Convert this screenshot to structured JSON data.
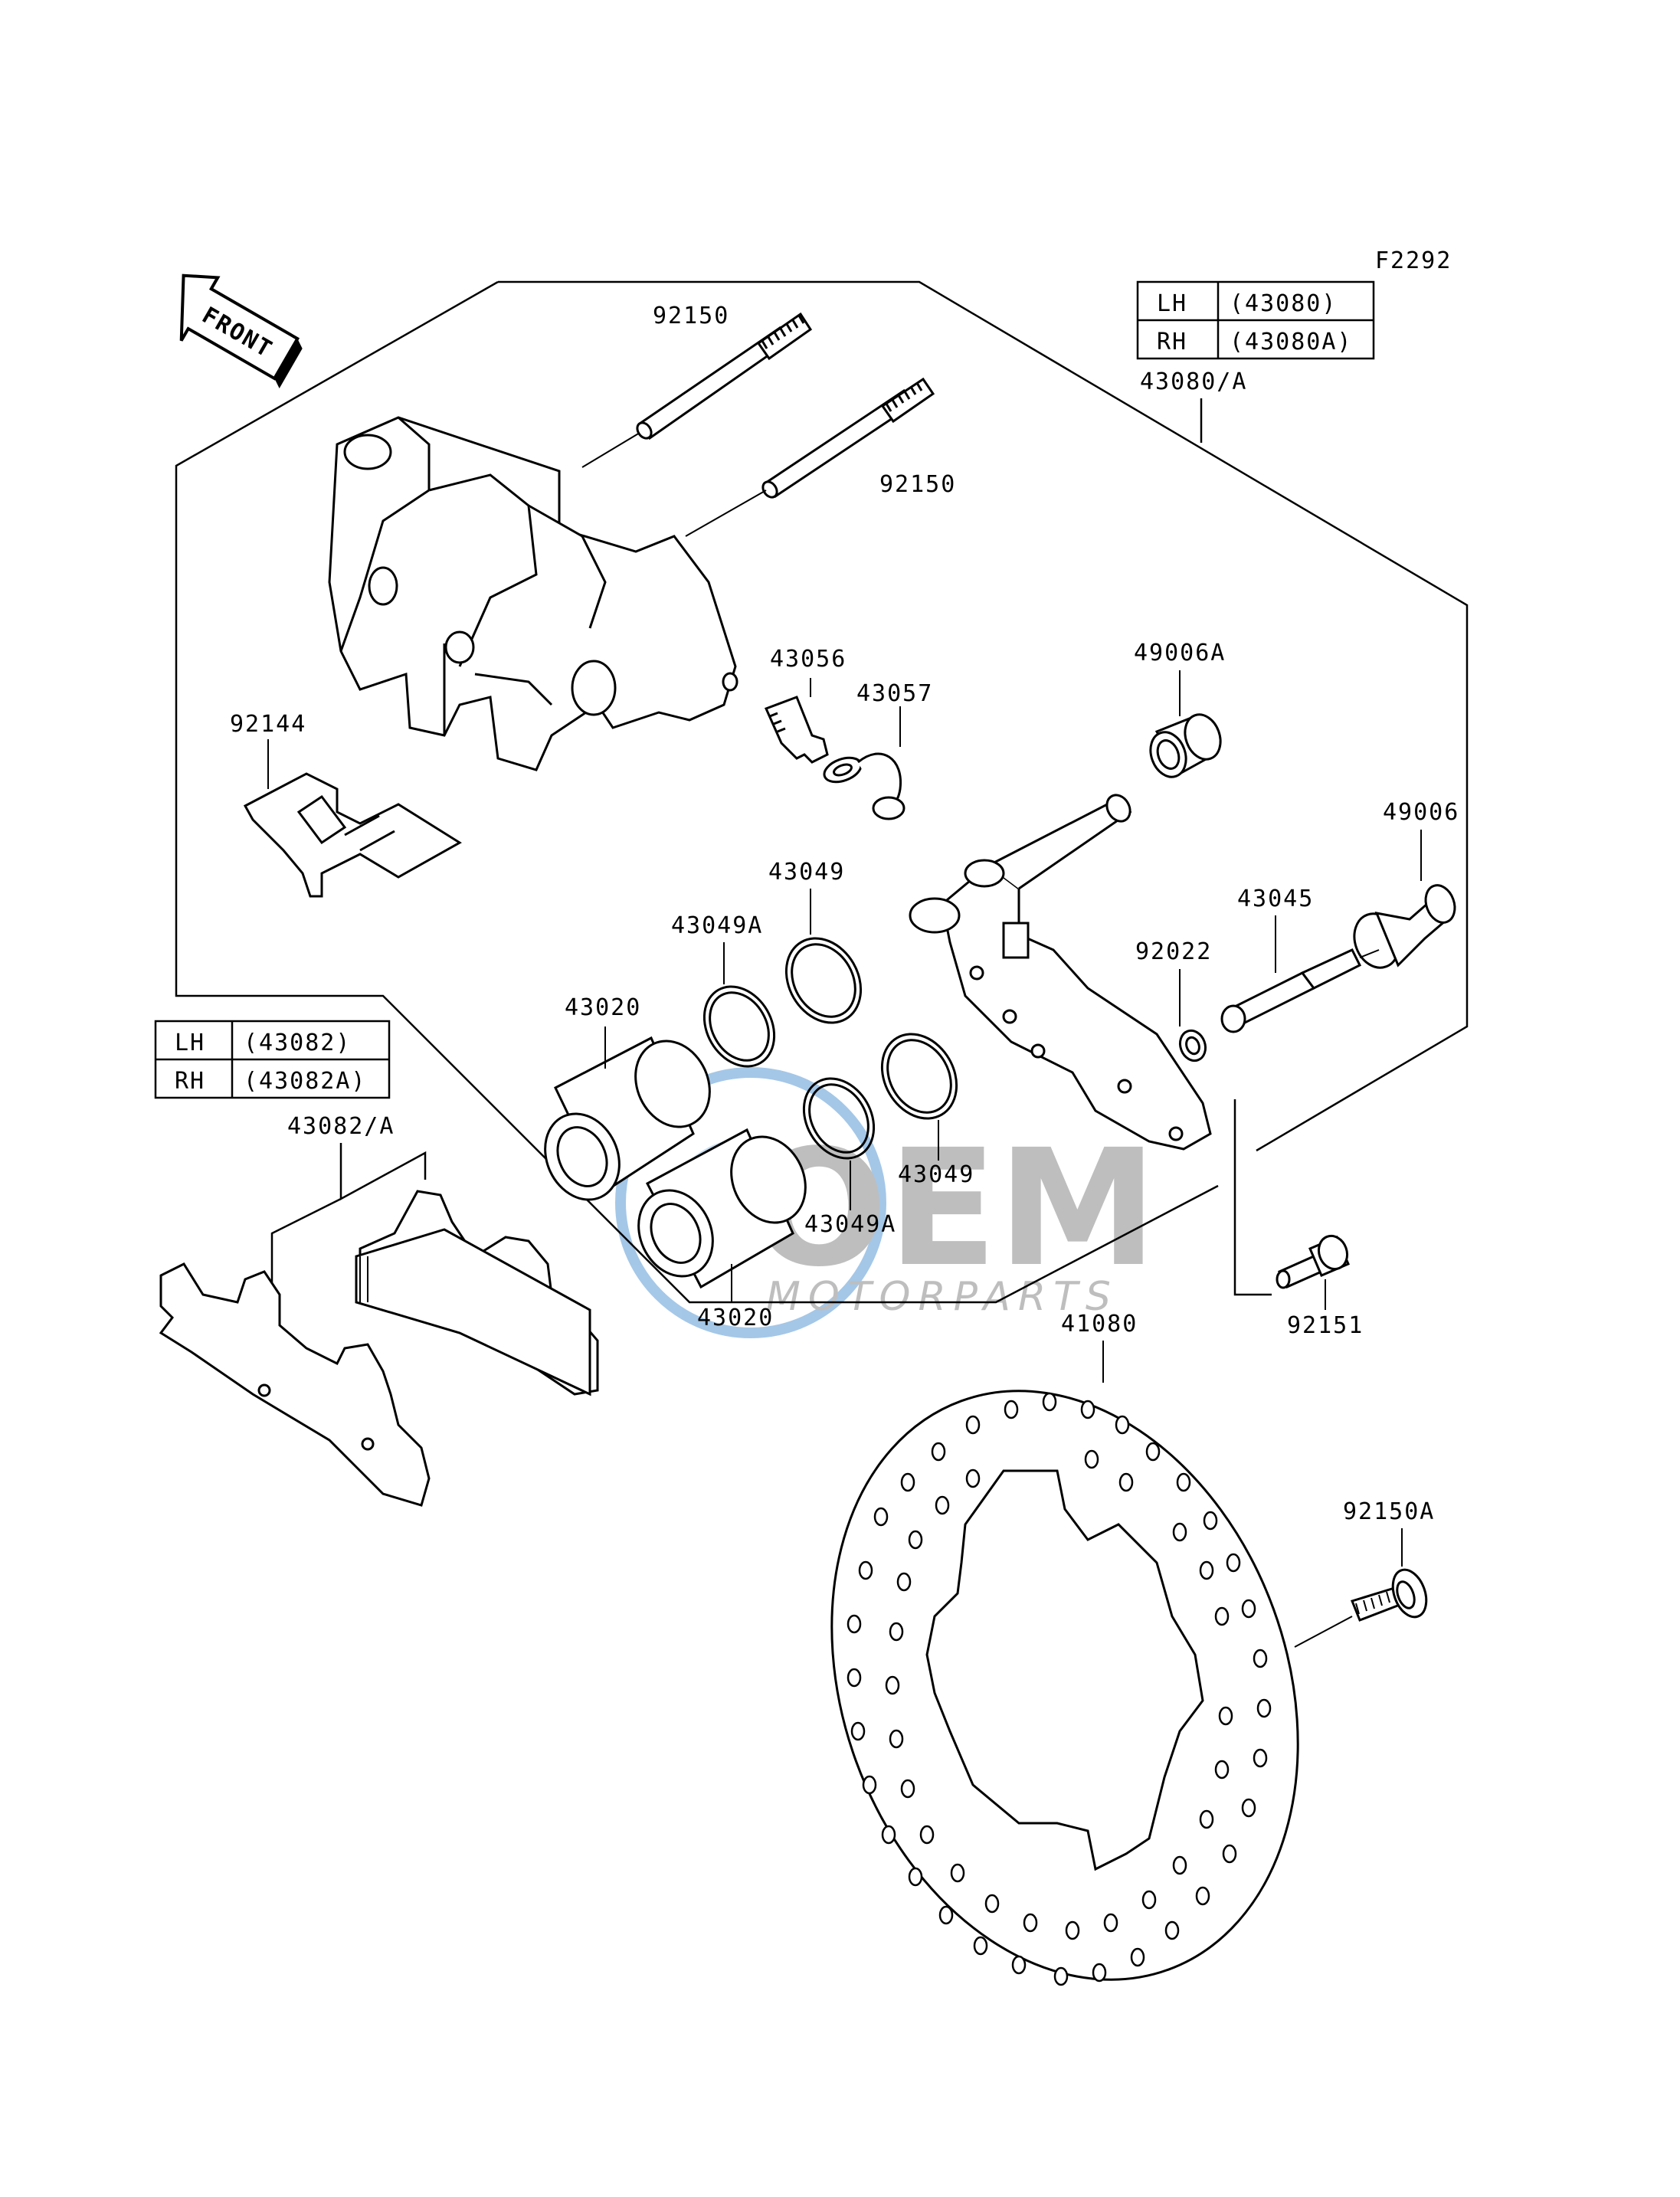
{
  "figure_code": "F2292",
  "front_marker": "FRONT",
  "caliper_table": {
    "rows": [
      {
        "side": "LH",
        "part": "(43080)"
      },
      {
        "side": "RH",
        "part": "(43080A)"
      }
    ],
    "assembly": "43080/A"
  },
  "pad_table": {
    "rows": [
      {
        "side": "LH",
        "part": "(43082)"
      },
      {
        "side": "RH",
        "part": "(43082A)"
      }
    ],
    "assembly": "43082/A"
  },
  "part_labels": {
    "pin_upper": "92150",
    "pin_lower": "92150",
    "bleeder_valve": "43056",
    "bleeder_cap": "43057",
    "pad_spring": "92144",
    "boot_large": "49006A",
    "boot_small": "49006",
    "seal_dust_upper": "43049",
    "seal_piston_upper": "43049A",
    "piston_upper": "43020",
    "shaft": "43045",
    "washer": "92022",
    "seal_dust_lower": "43049",
    "seal_piston_lower": "43049A",
    "piston_lower": "43020",
    "holder_bolt": "92151",
    "disc": "41080",
    "disc_bolt": "92150A"
  },
  "watermark": {
    "brand": "OEM",
    "tagline": "MOTORPARTS",
    "colors": {
      "blue": "#5b9bd5",
      "gray": "#8a8a8a"
    }
  }
}
